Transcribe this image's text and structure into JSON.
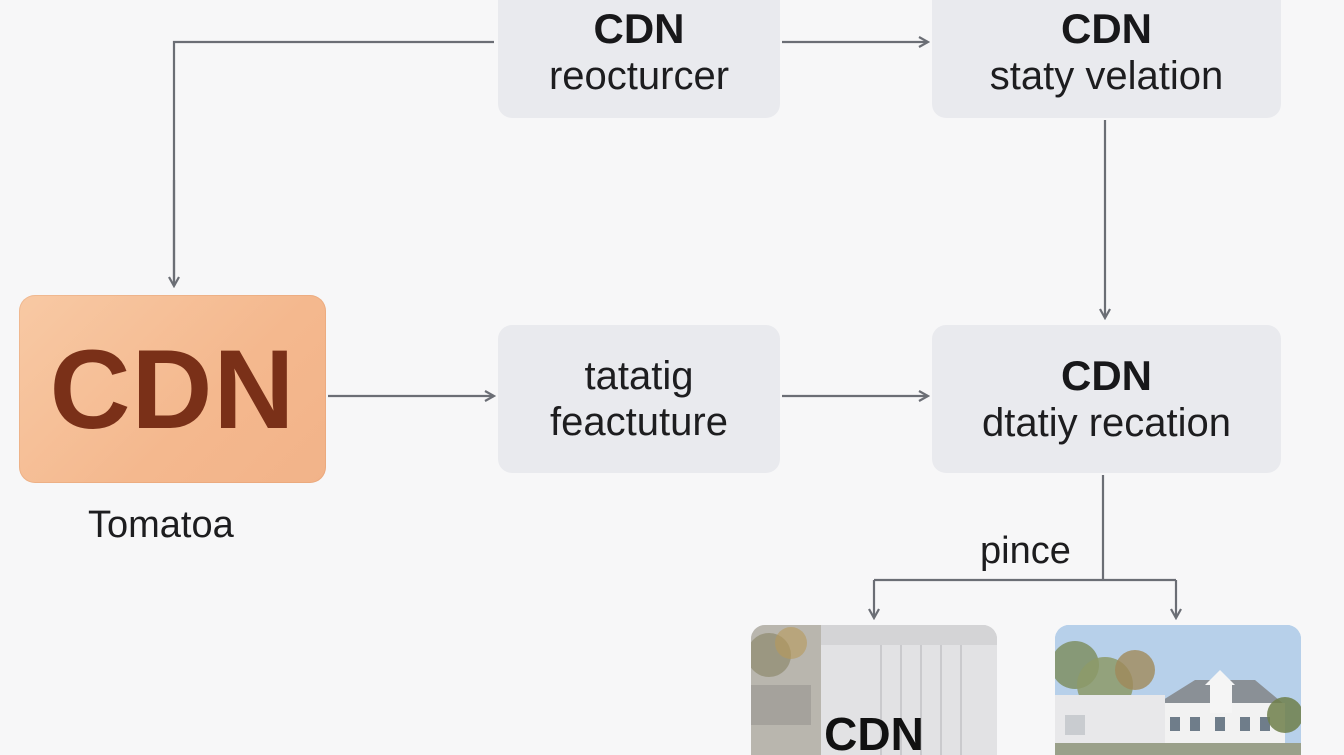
{
  "diagram": {
    "top_left_box": {
      "title": "CDN",
      "subtitle": "reocturcer"
    },
    "top_right_box": {
      "title": "CDN",
      "subtitle": "staty velation"
    },
    "source_box": {
      "title": "CDN",
      "caption": "Tomatoa"
    },
    "mid_left_box": {
      "line1": "tatatig",
      "line2": "feactuture"
    },
    "mid_right_box": {
      "title": "CDN",
      "subtitle": "dtatiy recation"
    },
    "branch_label": "pince",
    "photo_left": {
      "label": "CDN"
    },
    "photo_right": {
      "label": ""
    }
  },
  "colors": {
    "background": "#f7f7f8",
    "box_fill": "#e9eaee",
    "source_fill": "#f6bf97",
    "source_text": "#7a3018",
    "connector": "#6b6e75"
  },
  "icons": [
    "arrow-right-icon",
    "arrow-down-icon"
  ]
}
